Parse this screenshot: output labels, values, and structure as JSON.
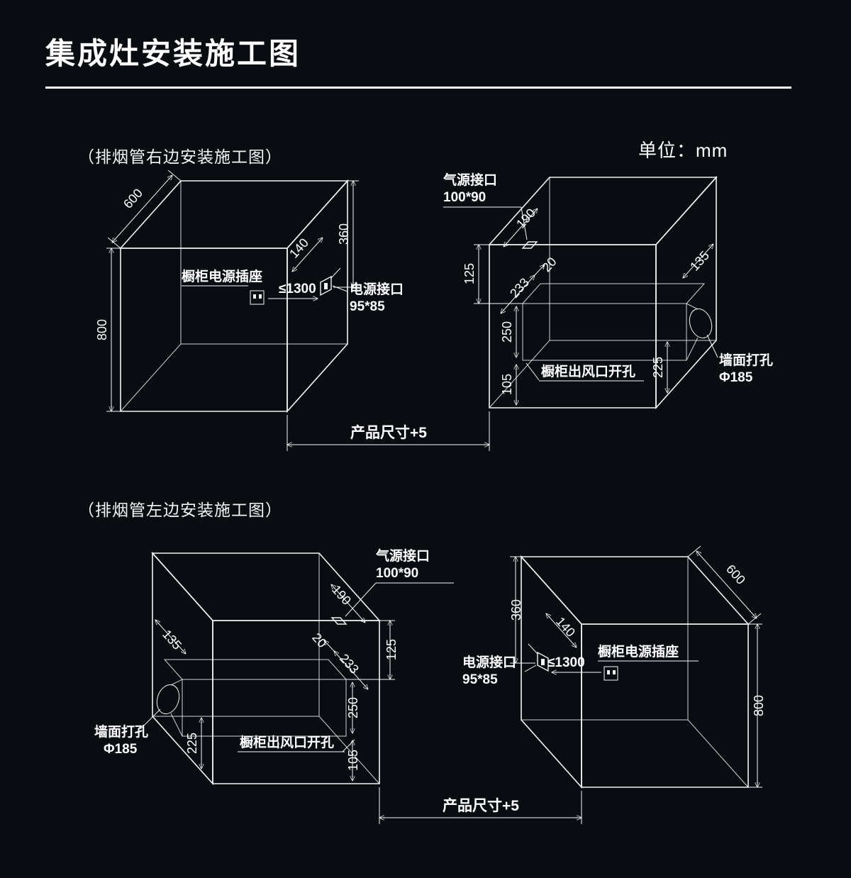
{
  "title": "集成灶安装施工图",
  "unit": "单位：mm",
  "sections": {
    "right": {
      "label": "（排烟管右边安装施工图）"
    },
    "left": {
      "label": "（排烟管左边安装施工图）"
    }
  },
  "labels": {
    "cabinet_socket": "橱柜电源插座",
    "max_distance": "≤1300",
    "power_port_name": "电源接口",
    "power_port_size": "95*85",
    "gas_port_name": "气源接口",
    "gas_port_size": "100*90",
    "outlet_cutout": "橱柜出风口开孔",
    "wall_hole_name": "墙面打孔",
    "wall_hole_size": "Φ185",
    "product_size": "产品尺寸+5"
  },
  "dimensions": {
    "depth": "600",
    "height": "800",
    "top_clearance": "360",
    "port_offset": "140",
    "gas_offset": "190",
    "duct_top_offset": "125",
    "duct_depth": "233",
    "duct_gap": "20",
    "duct_height": "250",
    "duct_bottom": "105",
    "hole_bottom": "225",
    "hole_depth": "135"
  },
  "colors": {
    "background": "#090d12",
    "line": "#ffffff"
  }
}
